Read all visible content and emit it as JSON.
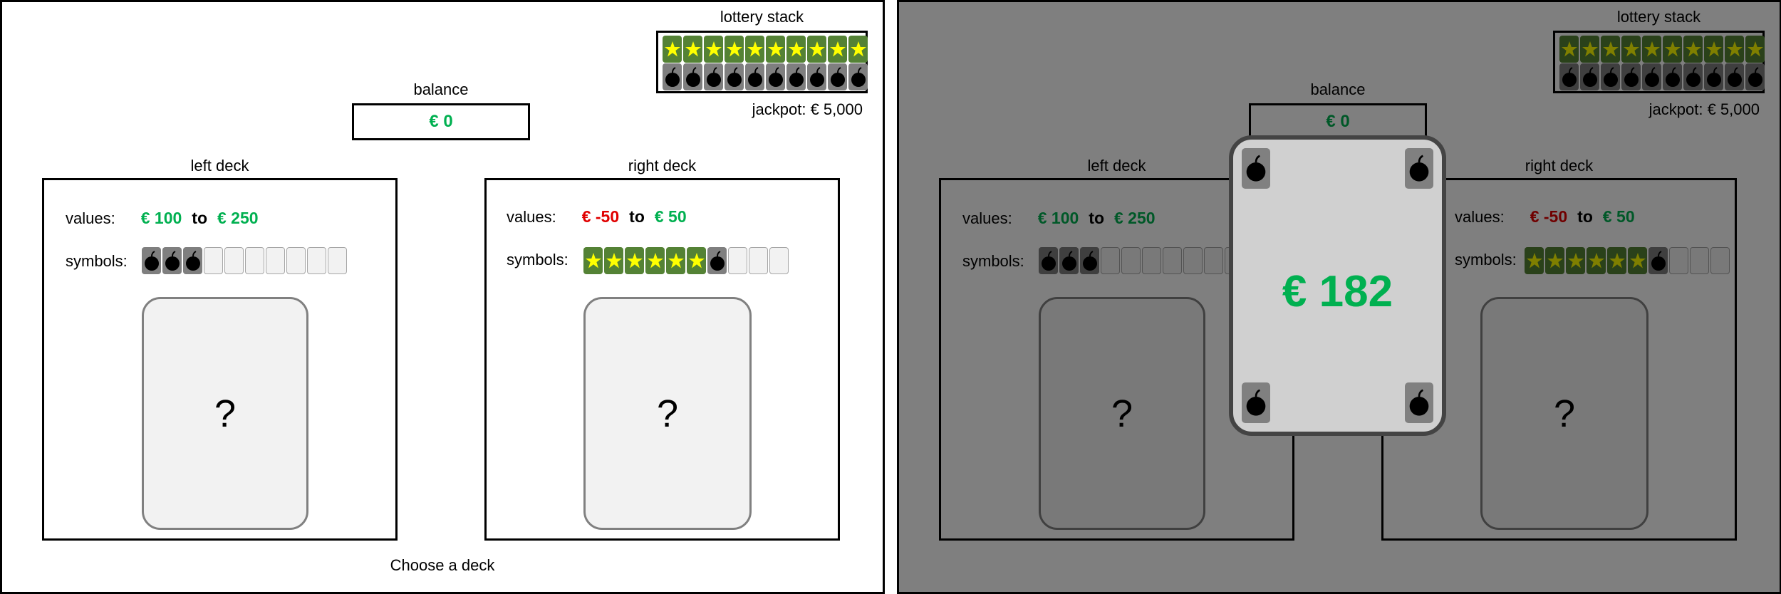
{
  "colors": {
    "positive": "#00b050",
    "negative": "#e00000",
    "star_tile": "#548235",
    "star": "#ffff00",
    "bomb_tile": "#7f7f7f"
  },
  "panels": [
    {
      "lottery": {
        "title": "lottery stack",
        "row1": [
          "star",
          "star",
          "star",
          "star",
          "star",
          "star",
          "star",
          "star",
          "star",
          "star"
        ],
        "row2": [
          "bomb",
          "bomb",
          "bomb",
          "bomb",
          "bomb",
          "bomb",
          "bomb",
          "bomb",
          "bomb",
          "bomb"
        ],
        "jackpot": "jackpot: € 5,000"
      },
      "balance": {
        "label": "balance",
        "value": "€ 0"
      },
      "left_deck": {
        "title": "left deck",
        "values_label": "values:",
        "min": "€ 100",
        "to": "to",
        "max": "€ 250",
        "symbols_label": "symbols:",
        "symbols": [
          "bomb",
          "bomb",
          "bomb",
          "empty",
          "empty",
          "empty",
          "empty",
          "empty",
          "empty",
          "empty"
        ],
        "card": "?"
      },
      "right_deck": {
        "title": "right deck",
        "values_label": "values:",
        "min": "€ -50",
        "to": "to",
        "max": "€ 50",
        "symbols_label": "symbols:",
        "symbols": [
          "star",
          "star",
          "star",
          "star",
          "star",
          "star",
          "bomb",
          "empty",
          "empty",
          "empty"
        ],
        "card": "?"
      },
      "instruction": "Choose a deck"
    },
    {
      "lottery": {
        "title": "lottery stack",
        "row1": [
          "star",
          "star",
          "star",
          "star",
          "star",
          "star",
          "star",
          "star",
          "star",
          "star"
        ],
        "row2": [
          "bomb",
          "bomb",
          "bomb",
          "bomb",
          "bomb",
          "bomb",
          "bomb",
          "bomb",
          "bomb",
          "bomb"
        ],
        "jackpot": "jackpot: € 5,000"
      },
      "balance": {
        "label": "balance",
        "value": "€ 0"
      },
      "left_deck": {
        "title": "left deck",
        "values_label": "values:",
        "min": "€ 100",
        "to": "to",
        "max": "€ 250",
        "symbols_label": "symbols:",
        "symbols": [
          "bomb",
          "bomb",
          "bomb",
          "empty",
          "empty",
          "empty",
          "empty",
          "empty",
          "empty",
          "empty"
        ],
        "card": "?"
      },
      "right_deck": {
        "title": "right deck",
        "values_label": "values:",
        "min": "€ -50",
        "to": "to",
        "max": "€ 50",
        "symbols_label": "symbols:",
        "symbols": [
          "star",
          "star",
          "star",
          "star",
          "star",
          "star",
          "bomb",
          "empty",
          "empty",
          "empty"
        ],
        "card": "?"
      },
      "instruction": "",
      "drawn_card": {
        "value": "€ 182",
        "corner_symbol": "bomb"
      }
    }
  ]
}
